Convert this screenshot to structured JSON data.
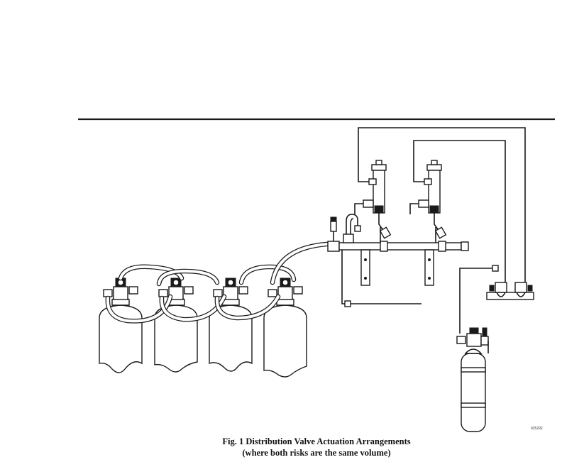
{
  "figure": {
    "caption_line1": "Fig. 1 Distribution Valve Actuation Arrangements",
    "caption_line2": "(where both risks are the same volume)",
    "drawing_code": "025292"
  },
  "colors": {
    "line": "#1a1a1a",
    "background": "#ffffff"
  }
}
